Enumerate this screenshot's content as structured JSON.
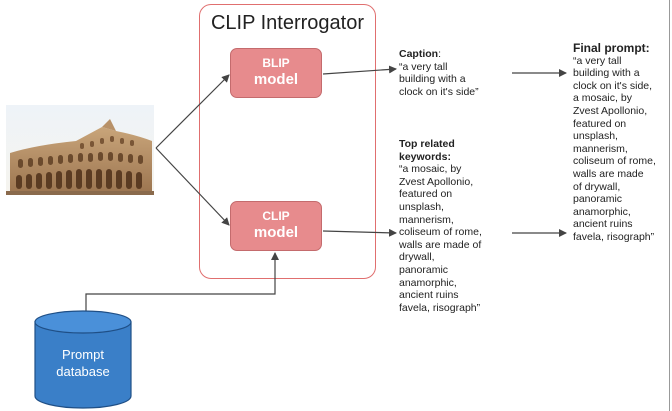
{
  "diagram": {
    "frame_title": "CLIP Interrogator",
    "blip_model": {
      "line1": "BLIP",
      "line2": "model"
    },
    "clip_model": {
      "line1": "CLIP",
      "line2": "model"
    },
    "caption": {
      "heading": "Caption",
      "colon": ":",
      "text": "“a very tall\nbuilding with a\nclock on it's side”"
    },
    "keywords": {
      "heading": "Top related\nkeywords:",
      "text": "“a mosaic, by\nZvest Apollonio,\nfeatured on\nunsplash,\nmannerism,\ncoliseum of rome,\nwalls are made of\ndrywall,\npanoramic\nanamorphic,\nancient ruins\nfavela, risograph”"
    },
    "final_prompt": {
      "heading": "Final prompt:",
      "text": "“a very tall\nbuilding with a\nclock on it's side,\na mosaic, by\nZvest Apollonio,\nfeatured on\nunsplash,\nmannerism,\ncoliseum of rome,\nwalls are made\nof drywall,\npanoramic\nanamorphic,\nancient ruins\nfavela, risograph”"
    },
    "database": {
      "label": "Prompt\ndatabase"
    },
    "colors": {
      "frame_border": "#e06f6f",
      "model_fill": "#e78b8d",
      "database_fill": "#3a7fc8",
      "arrow": "#444444"
    }
  }
}
